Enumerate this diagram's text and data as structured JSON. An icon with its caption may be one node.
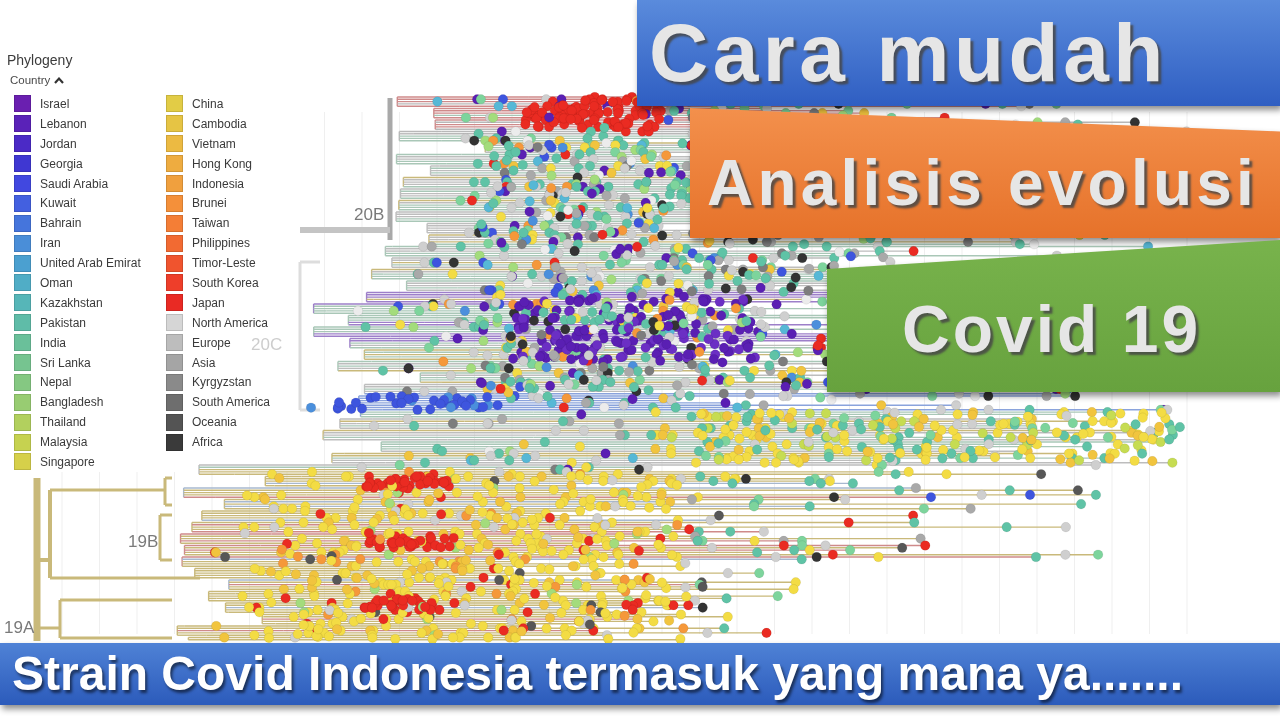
{
  "diagram": {
    "nodes": [
      {
        "text": [
          "Cara mudah"
        ]
      },
      {
        "text": [
          "Analisis evolusi"
        ]
      },
      {
        "text": [
          "Covid 19"
        ]
      },
      {
        "text": [
          "Strain Covid Indonesia termasuk yang mana ya......."
        ]
      }
    ],
    "labels": [
      "Phylogeny",
      "Country",
      "20B",
      "20C",
      "19B",
      "19A"
    ],
    "legend": [
      {
        "text": "Israel",
        "color": "#6a1fb0"
      },
      {
        "text": "Lebanon",
        "color": "#5a22b8"
      },
      {
        "text": "Jordan",
        "color": "#4b2ac6"
      },
      {
        "text": "Georgia",
        "color": "#3f37d2"
      },
      {
        "text": "Saudi Arabia",
        "color": "#4148e0"
      },
      {
        "text": "Kuwait",
        "color": "#4360e0"
      },
      {
        "text": "Bahrain",
        "color": "#4575dc"
      },
      {
        "text": "Iran",
        "color": "#4a8ed8"
      },
      {
        "text": "United Arab Emirat",
        "color": "#4ba0d0"
      },
      {
        "text": "Oman",
        "color": "#50adc6"
      },
      {
        "text": "Kazakhstan",
        "color": "#56b6b8"
      },
      {
        "text": "Pakistan",
        "color": "#5fbca8"
      },
      {
        "text": "India",
        "color": "#6ac09a"
      },
      {
        "text": "Sri Lanka",
        "color": "#76c490"
      },
      {
        "text": "Nepal",
        "color": "#85c882"
      },
      {
        "text": "Bangladesh",
        "color": "#98cc72"
      },
      {
        "text": "Thailand",
        "color": "#b2d05e"
      },
      {
        "text": "Malaysia",
        "color": "#c6d250"
      },
      {
        "text": "Singapore",
        "color": "#d6d04a"
      },
      {
        "text": "China",
        "color": "#e2cc46"
      },
      {
        "text": "Cambodia",
        "color": "#e6c444"
      },
      {
        "text": "Vietnam",
        "color": "#ecba42"
      },
      {
        "text": "Hong Kong",
        "color": "#eeac40"
      },
      {
        "text": "Indonesia",
        "color": "#f0a03e"
      },
      {
        "text": "Brunei",
        "color": "#f4903a"
      },
      {
        "text": "Taiwan",
        "color": "#f47e36"
      },
      {
        "text": "Philippines",
        "color": "#f26a32"
      },
      {
        "text": "Timor-Leste",
        "color": "#f0542e"
      },
      {
        "text": "South Korea",
        "color": "#ee3e2a"
      },
      {
        "text": "Japan",
        "color": "#e92a24"
      },
      {
        "text": "North America",
        "color": "#d6d6d6"
      },
      {
        "text": "Europe",
        "color": "#bdbdbd"
      },
      {
        "text": "Asia",
        "color": "#a5a5a5"
      },
      {
        "text": "Kyrgyzstan",
        "color": "#8a8a8a"
      },
      {
        "text": "South America",
        "color": "#6e6e6e"
      },
      {
        "text": "Oceania",
        "color": "#545454"
      },
      {
        "text": "Africa",
        "color": "#3a3a3a"
      }
    ]
  }
}
